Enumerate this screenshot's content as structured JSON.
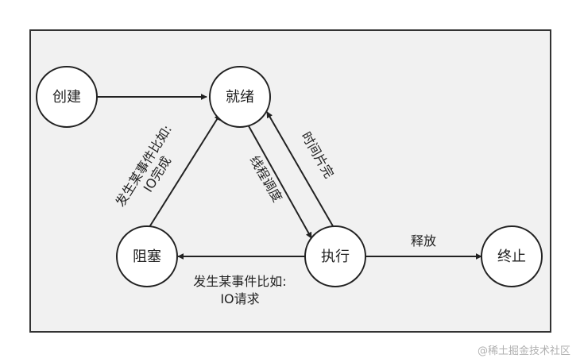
{
  "diagram": {
    "nodes": {
      "create": "创建",
      "ready": "就绪",
      "blocked": "阻塞",
      "running": "执行",
      "terminated": "终止"
    },
    "edges": {
      "time_slice": "时间片完",
      "schedule": "线程调度",
      "release": "释放",
      "event_io_done_line1": "发生某事件比如:",
      "event_io_done_line2": "IO完成",
      "event_io_req_line1": "发生某事件比如:",
      "event_io_req_line2": "IO请求"
    }
  },
  "watermark": "@稀土掘金技术社区",
  "colors": {
    "panel_bg": "#f1f1f1",
    "panel_border": "#333333",
    "node_fill": "#ffffff",
    "stroke": "#222222",
    "watermark": "#b0b0b0"
  }
}
